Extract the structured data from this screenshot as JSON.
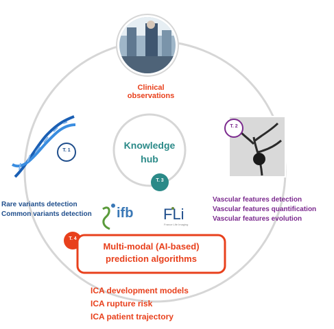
{
  "nodes": {
    "clinical": {
      "label": "Clinical observations"
    },
    "genetics": {
      "badge": "T. 1",
      "lines": [
        "Rare variants detection",
        "Common variants detection"
      ]
    },
    "imaging": {
      "badge": "T. 2",
      "lines": [
        "Vascular features detection",
        "Vascular features quantification",
        "Vascular features evolution"
      ]
    },
    "hub": {
      "title_line1": "Knowledge",
      "title_line2": "hub",
      "badge": "T. 3"
    },
    "prediction": {
      "badge": "T. 4",
      "title_line1": "Multi-modal (AI-based)",
      "title_line2": "prediction algorithms",
      "outputs": [
        "ICA development models",
        "ICA rupture risk",
        "ICA patient trajectory"
      ]
    }
  },
  "logos": {
    "ifb": "ifb",
    "fli": "FLi",
    "fli_sub": "France Life Imaging"
  },
  "colors": {
    "red": "#e8401c",
    "blue": "#1f4e8c",
    "purple": "#7b2a8e",
    "teal": "#2b8a88",
    "ring": "#d6d6d6"
  }
}
